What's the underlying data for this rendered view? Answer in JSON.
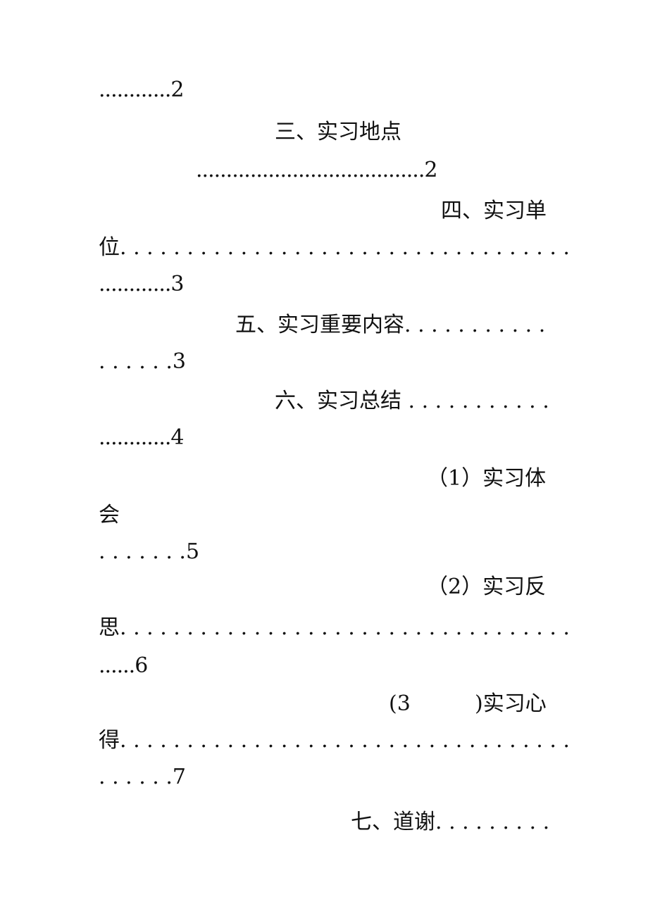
{
  "toc": {
    "l01": "............2",
    "l02": "三、实习地点",
    "l03": "......................................2",
    "l04": "四、实习单",
    "l05": "位. . . . . . . . . . . . . . . . . . . . . . . . . . . . . . . . . .",
    "l06": "............3",
    "l07": "五、实习重要内容. . . . . . . . . . .",
    "l08": ". . . . . .3",
    "l09": "六、实习总结 . . . . . . . . . . .",
    "l10": "............4",
    "l11": "（1）实习体",
    "l12": "会",
    "l13": ". . . . . . .5",
    "l14": "（2）实习反",
    "l15": "思. . . . . . . . . . . . . . . . . . . . . . . . . . . . . . . . . .",
    "l16": "......6",
    "l17a": "(3",
    "l17b": ")实习心",
    "l18": "得. . . . . . . . . . . . . . . . . . . . . . . . . . . . . . . . . .",
    "l19": ". . . . . .7",
    "l20": "七、道谢. . . . . . . . ."
  }
}
